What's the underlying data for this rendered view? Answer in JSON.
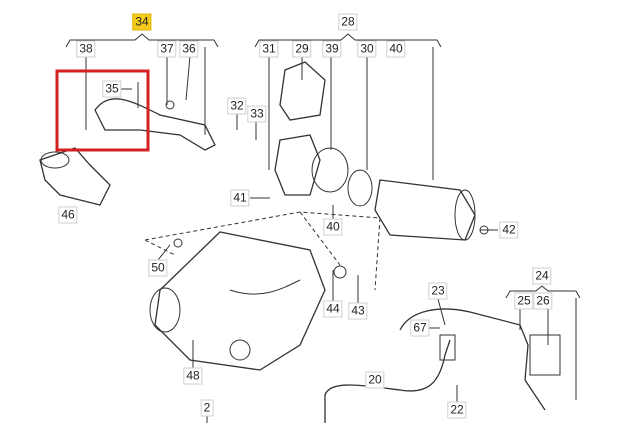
{
  "diagram": {
    "highlight_color": "#f5cc1c",
    "selection_box_color": "#d42020",
    "labels": {
      "l34": "34",
      "l38": "38",
      "l37": "37",
      "l36": "36",
      "l35": "35",
      "l28": "28",
      "l31": "31",
      "l29": "29",
      "l39": "39",
      "l30": "30",
      "l40a": "40",
      "l32": "32",
      "l33": "33",
      "l41": "41",
      "l40b": "40",
      "l42": "42",
      "l46": "46",
      "l50": "50",
      "l44": "44",
      "l43": "43",
      "l23": "23",
      "l67": "67",
      "l24": "24",
      "l25": "25",
      "l26": "26",
      "l48": "48",
      "l20": "20",
      "l22": "22",
      "l2": "2"
    }
  }
}
